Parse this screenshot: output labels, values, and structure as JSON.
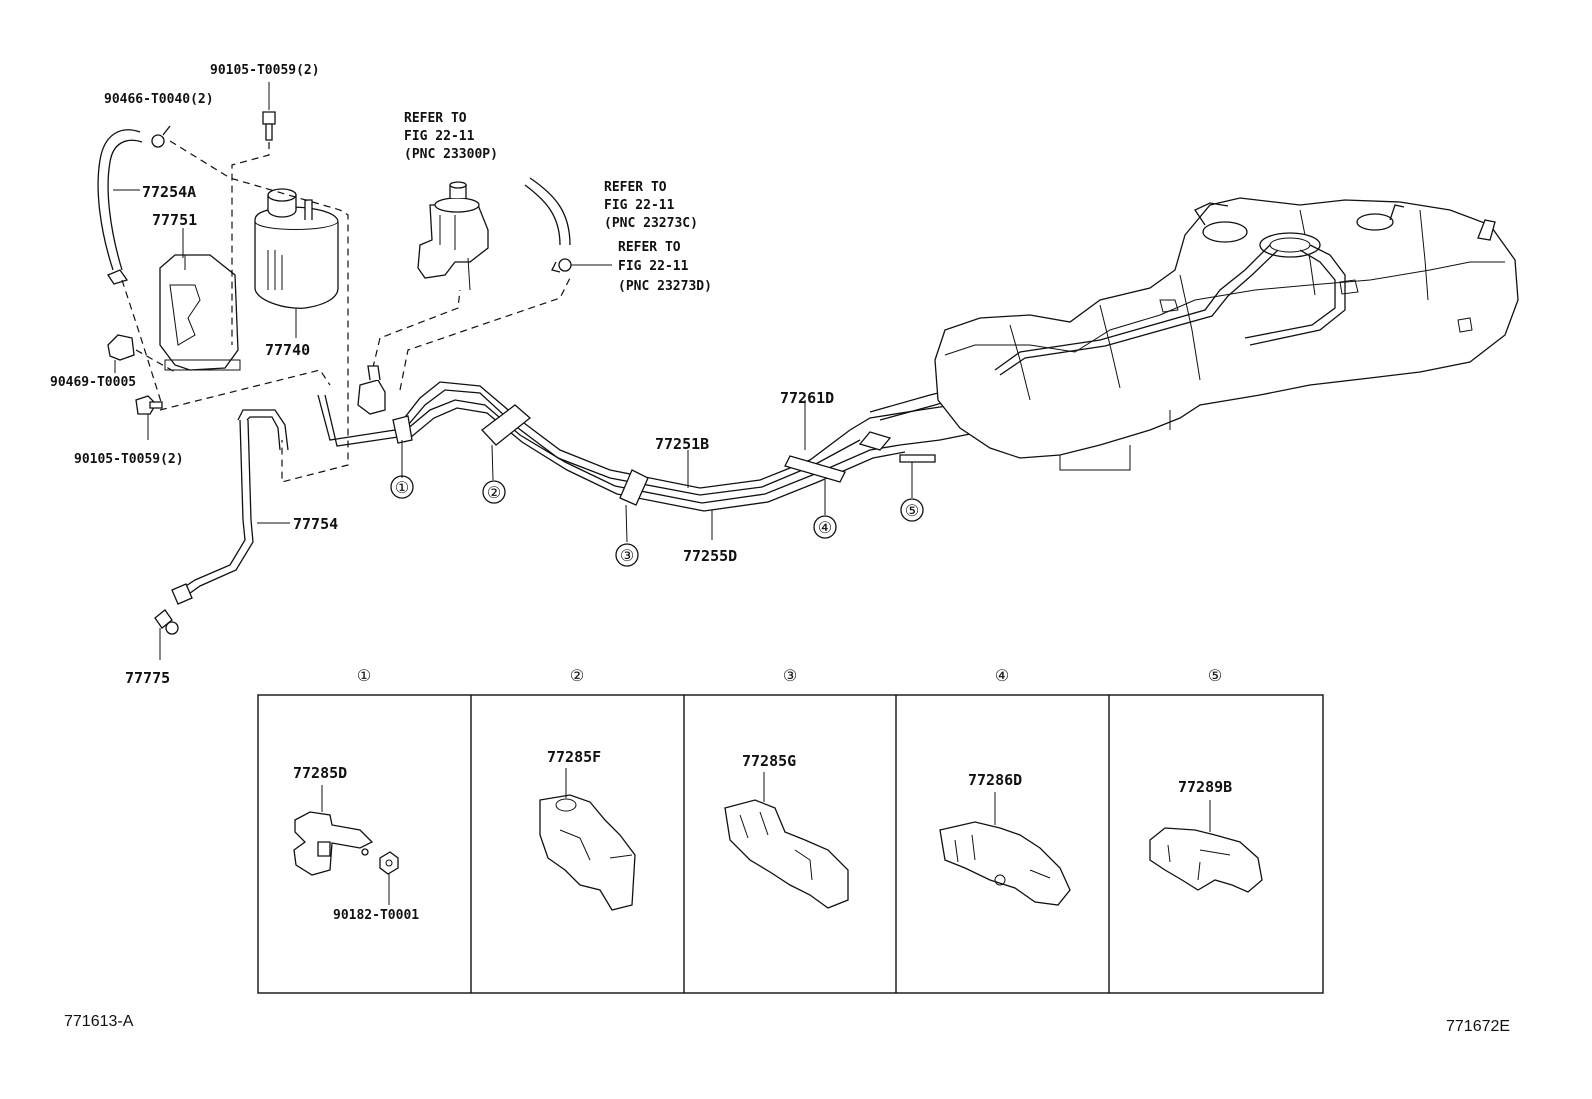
{
  "labels": {
    "p_90105_top": "90105-T0059(2)",
    "p_90466": "90466-T0040(2)",
    "p_77254A": "77254A",
    "p_77751": "77751",
    "p_77740": "77740",
    "p_90469": "90469-T0005",
    "p_90105_bot": "90105-T0059(2)",
    "p_77754": "77754",
    "p_77775": "77775",
    "p_77251B": "77251B",
    "p_77255D": "77255D",
    "p_77261D": "77261D"
  },
  "refs": {
    "ref1": [
      "REFER TO",
      "FIG 22-11",
      "(PNC 23300P)"
    ],
    "ref2": [
      "REFER TO",
      "FIG 22-11",
      "(PNC 23273C)"
    ],
    "ref3": [
      "REFER TO",
      "FIG 22-11",
      "(PNC 23273D)"
    ]
  },
  "callouts": [
    "①",
    "②",
    "③",
    "④",
    "⑤"
  ],
  "detail_panels": [
    {
      "number": "①",
      "part": "77285D",
      "extra": "90182-T0001"
    },
    {
      "number": "②",
      "part": "77285F",
      "extra": ""
    },
    {
      "number": "③",
      "part": "77285G",
      "extra": ""
    },
    {
      "number": "④",
      "part": "77286D",
      "extra": ""
    },
    {
      "number": "⑤",
      "part": "77289B",
      "extra": ""
    }
  ],
  "illustration_ids": {
    "left": "771613-A",
    "right": "771672E"
  }
}
